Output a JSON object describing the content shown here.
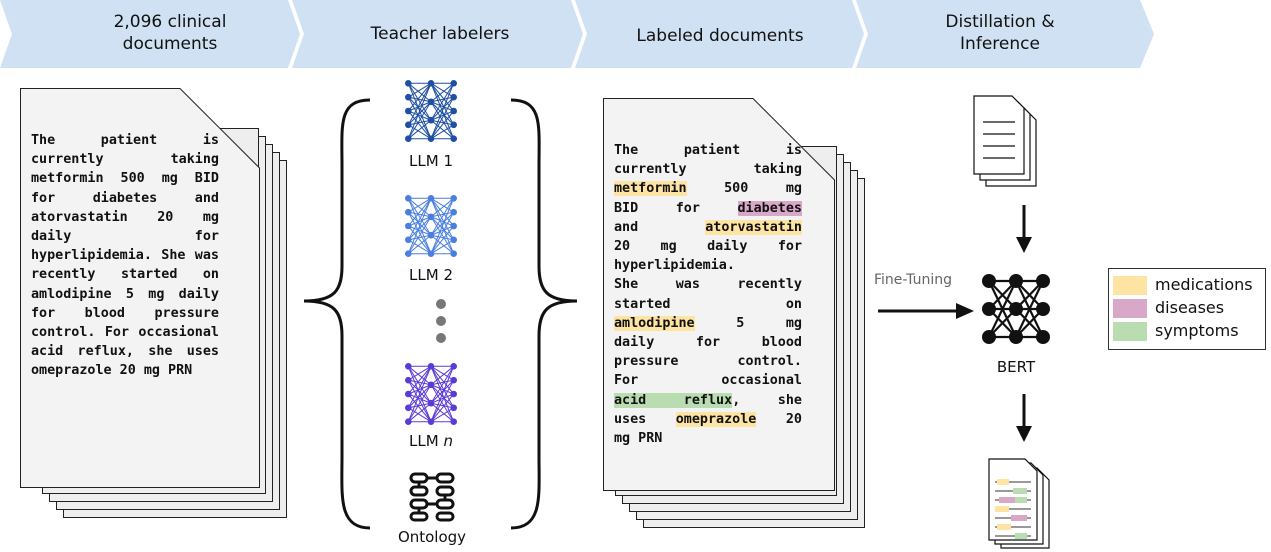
{
  "stages": [
    {
      "line1": "2,096 clinical",
      "line2": "documents"
    },
    {
      "line1": "Teacher labelers",
      "line2": ""
    },
    {
      "line1": "Labeled documents",
      "line2": ""
    },
    {
      "line1": "Distillation &",
      "line2": "Inference"
    }
  ],
  "source_text": "The patient is currently taking metformin 500 mg BID for diabetes and atorvastatin 20 mg daily for hyperlipidemia. She was recently started on amlodipine 5 mg daily for blood pressure control. For occasional acid reflux, she uses omeprazole 20 mg PRN",
  "labelers": {
    "llm1": "LLM 1",
    "llm2": "LLM 2",
    "llmn_prefix": "LLM ",
    "llmn_italic": "n",
    "ontology": "Ontology"
  },
  "labeled_lines": [
    [
      {
        "t": "The"
      },
      {
        "t": "patient"
      },
      {
        "t": "is"
      }
    ],
    [
      {
        "t": "currently"
      },
      {
        "t": "taking"
      }
    ],
    [
      {
        "t": "metformin",
        "h": "med"
      },
      {
        "t": "500"
      },
      {
        "t": "mg"
      }
    ],
    [
      {
        "t": "BID"
      },
      {
        "t": "for"
      },
      {
        "t": "diabetes",
        "h": "dis"
      }
    ],
    [
      {
        "t": "and"
      },
      {
        "t": "atorvastatin",
        "h": "med"
      }
    ],
    [
      {
        "t": "20"
      },
      {
        "t": "mg"
      },
      {
        "t": "daily"
      },
      {
        "t": "for"
      }
    ],
    [
      {
        "t": "hyperlipidemia."
      }
    ],
    [
      {
        "t": "She"
      },
      {
        "t": "was"
      },
      {
        "t": "recently"
      }
    ],
    [
      {
        "t": "started"
      },
      {
        "t": "on"
      }
    ],
    [
      {
        "t": "amlodipine",
        "h": "med"
      },
      {
        "t": "5"
      },
      {
        "t": "mg"
      }
    ],
    [
      {
        "t": "daily"
      },
      {
        "t": "for"
      },
      {
        "t": "blood"
      }
    ],
    [
      {
        "t": "pressure"
      },
      {
        "t": "control."
      }
    ],
    [
      {
        "t": "For"
      },
      {
        "t": "occasional"
      }
    ],
    [
      {
        "t": "acid reflux",
        "h": "sym"
      },
      {
        "t": ", she",
        "glue": true
      }
    ],
    [
      {
        "t": "uses"
      },
      {
        "t": "omeprazole",
        "h": "med"
      },
      {
        "t": "20"
      }
    ],
    [
      {
        "t": "mg PRN"
      }
    ]
  ],
  "fine_tuning_label": "Fine-Tuning",
  "model_label": "BERT",
  "legend": [
    {
      "label": "medications",
      "color": "#fde4a3"
    },
    {
      "label": "diseases",
      "color": "#d9a7c7"
    },
    {
      "label": "symptoms",
      "color": "#b9dcb0"
    }
  ],
  "colors": {
    "stage_bar": "#cfe1f2",
    "llm1": "#1e4fa3",
    "llm2": "#4a7fe0",
    "llmn": "#5b3bd6",
    "medication": "#fde4a3",
    "disease": "#d9a7c7",
    "symptom": "#b9dcb0"
  }
}
